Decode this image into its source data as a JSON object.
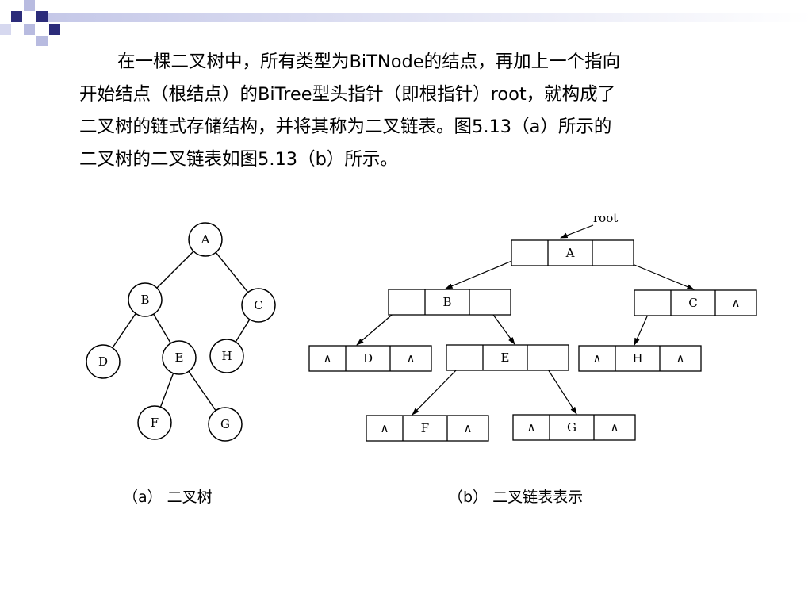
{
  "paragraph": {
    "lines": [
      "在一棵二叉树中，所有类型为BiTNode的结点，再加上一个指向",
      "开始结点（根结点）的BiTree型头指针（即根指针）root，就构成了",
      "二叉树的链式存储结构，并将其称为二叉链表。图5.13（a）所示的",
      "二叉树的二叉链表如图5.13（b）所示。"
    ]
  },
  "tree": {
    "nodes": [
      "A",
      "B",
      "C",
      "D",
      "E",
      "H",
      "F",
      "G"
    ],
    "edges": [
      [
        "A",
        "B"
      ],
      [
        "A",
        "C"
      ],
      [
        "B",
        "D"
      ],
      [
        "B",
        "E"
      ],
      [
        "C",
        "H"
      ],
      [
        "E",
        "F"
      ],
      [
        "E",
        "G"
      ]
    ]
  },
  "linked_list": {
    "root_label": "root",
    "null_symbol": "∧",
    "nodes": [
      {
        "data": "A",
        "left": "",
        "right": ""
      },
      {
        "data": "B",
        "left": "",
        "right": ""
      },
      {
        "data": "C",
        "left": "",
        "right": "∧"
      },
      {
        "data": "D",
        "left": "∧",
        "right": "∧"
      },
      {
        "data": "E",
        "left": "",
        "right": ""
      },
      {
        "data": "H",
        "left": "∧",
        "right": "∧"
      },
      {
        "data": "F",
        "left": "∧",
        "right": "∧"
      },
      {
        "data": "G",
        "left": "∧",
        "right": "∧"
      }
    ]
  },
  "captions": {
    "a": "（a） 二叉树",
    "b": "（b） 二叉链表表示"
  },
  "colors": {
    "deco_dark": "#2c2c7a",
    "deco_light": "#b8bbe0"
  }
}
